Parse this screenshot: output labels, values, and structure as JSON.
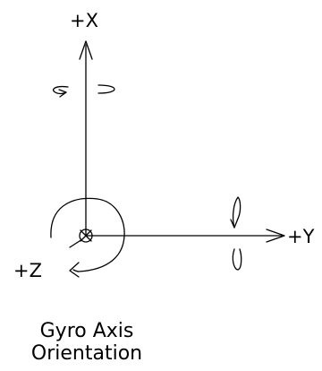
{
  "diagram": {
    "x_axis_label": "+X",
    "y_axis_label": "+Y",
    "z_axis_label": "+Z",
    "caption_line1": "Gyro Axis",
    "caption_line2": "Orientation"
  },
  "colors": {
    "stroke": "#000000",
    "background": "#ffffff"
  },
  "icons": {
    "origin": "circle-cross-out-of-page-icon",
    "x_rotation": "rotation-arrow-icon",
    "y_rotation": "rotation-arrow-icon",
    "z_rotation": "rotation-arrow-icon"
  }
}
